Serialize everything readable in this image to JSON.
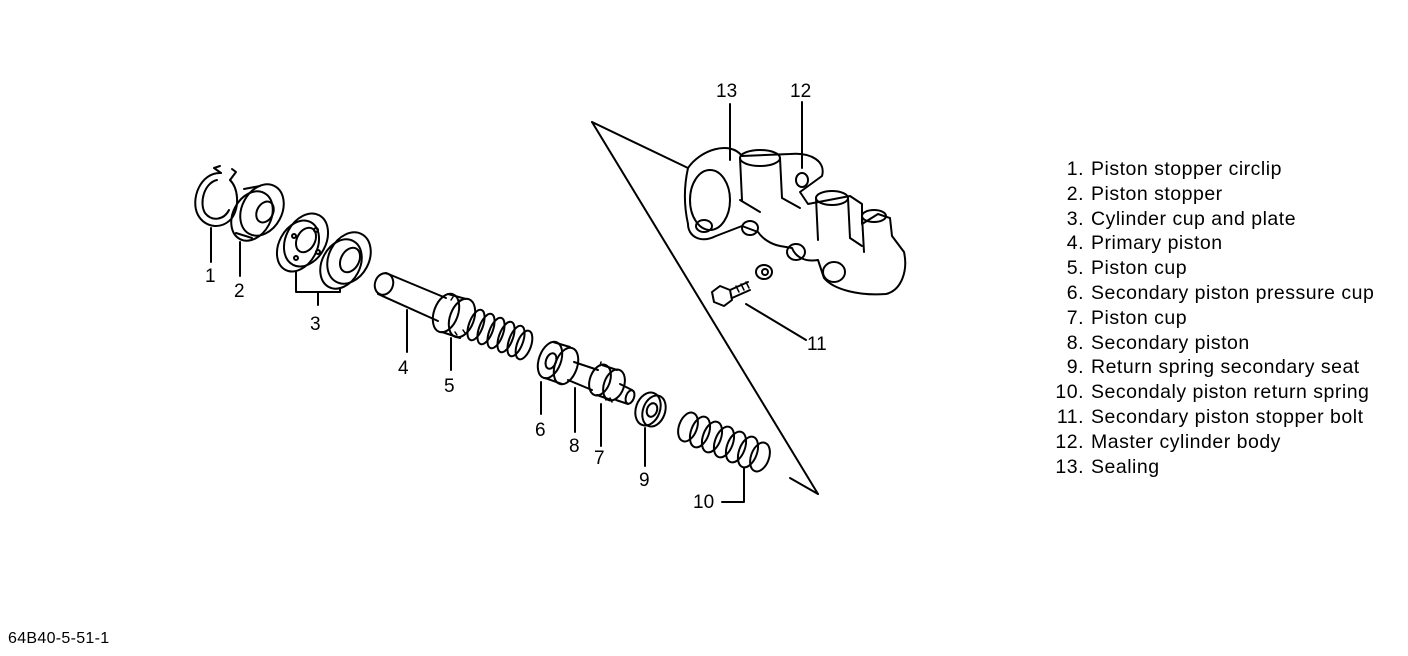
{
  "callouts": {
    "c1": "1",
    "c2": "2",
    "c3": "3",
    "c4": "4",
    "c5": "5",
    "c6": "6",
    "c7": "7",
    "c8": "8",
    "c9": "9",
    "c10": "10",
    "c11": "11",
    "c12": "12",
    "c13": "13"
  },
  "legend": [
    {
      "num": "1.",
      "text": "Piston stopper circlip"
    },
    {
      "num": "2.",
      "text": "Piston stopper"
    },
    {
      "num": "3.",
      "text": "Cylinder cup and plate"
    },
    {
      "num": "4.",
      "text": "Primary piston"
    },
    {
      "num": "5.",
      "text": "Piston cup"
    },
    {
      "num": "6.",
      "text": "Secondary piston pressure cup"
    },
    {
      "num": "7.",
      "text": "Piston cup"
    },
    {
      "num": "8.",
      "text": "Secondary piston"
    },
    {
      "num": "9.",
      "text": "Return spring secondary seat"
    },
    {
      "num": "10.",
      "text": "Secondaly piston return spring"
    },
    {
      "num": "11.",
      "text": "Secondary piston stopper bolt"
    },
    {
      "num": "12.",
      "text": "Master cylinder body"
    },
    {
      "num": "13.",
      "text": "Sealing"
    }
  ],
  "figure_id": "64B40-5-51-1"
}
